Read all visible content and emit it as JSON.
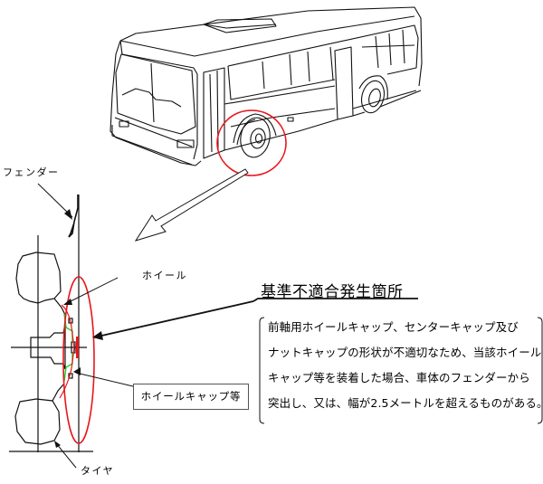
{
  "labels": {
    "fender": "フェンダー",
    "wheel": "ホイール",
    "wheel_cap": "ホイールキャップ等",
    "tire": "タイヤ"
  },
  "title": "基準不適合発生箇所",
  "description": {
    "lines": [
      "前軸用ホイールキャップ、センターキャップ及び",
      "ナットキャップの形状が不適切なため、当該ホイール",
      "キャップ等を装着した場合、車体のフェンダーから",
      "突出し、又は、幅が2.5メートルを超えるものがある。"
    ]
  },
  "colors": {
    "highlight": "#e8161b",
    "cap": "#1fcf1f",
    "line": "#000000"
  }
}
